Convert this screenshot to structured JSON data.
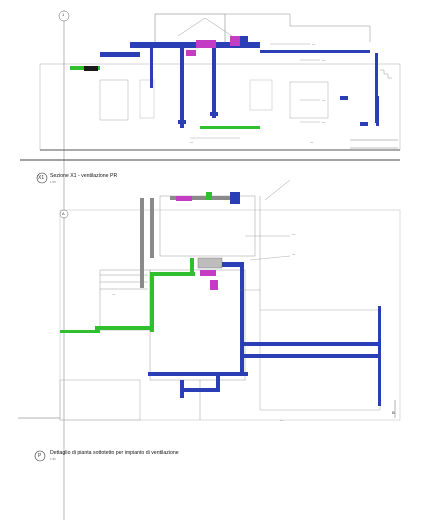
{
  "sheet": {
    "section": {
      "marker": "X1",
      "title": "Sezione X1 - ventilazione PR",
      "scale": "1:50",
      "notes": [
        "—",
        "—",
        "—",
        "—",
        "—",
        "—"
      ]
    },
    "plan": {
      "marker": "P",
      "title": "Dettaglio di pianta sottotetto per impianto di ventilazione",
      "scale": "1:50",
      "notes": [
        "—",
        "—",
        "—",
        "—"
      ]
    },
    "grid_marks": [
      "1",
      "A",
      "B"
    ]
  },
  "colors": {
    "duct_blue": "#2a3fb5",
    "supply_green": "#2fbf2f",
    "return_magenta": "#c43cc4",
    "unit_gray": "#8a8a8a",
    "wall_gray": "#9a9a9a"
  }
}
